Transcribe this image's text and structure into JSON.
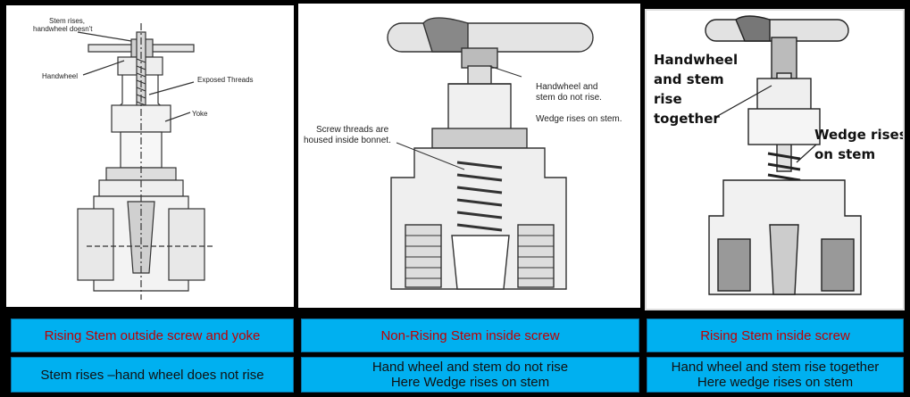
{
  "panels": [
    {
      "callouts": {
        "stem": [
          "Stem rises,",
          "handwheel doesn't"
        ],
        "handwheel": "Handwheel",
        "threads": "Exposed Threads",
        "yoke": "Yoke"
      },
      "title": "Rising Stem outside screw and yoke",
      "desc": [
        "Stem rises –hand wheel does not rise"
      ]
    },
    {
      "callouts": {
        "hw": [
          "Handwheel and",
          "stem do not rise."
        ],
        "wedge": "Wedge rises on stem.",
        "screw": [
          "Screw threads are",
          "housed inside bonnet."
        ]
      },
      "title": "Non-Rising Stem inside screw",
      "desc": [
        "Hand wheel and stem do not rise",
        "Here Wedge rises on stem"
      ]
    },
    {
      "callouts": {
        "hw": [
          "Handwheel",
          "and stem",
          "rise",
          "together"
        ],
        "wedge": [
          "Wedge rises",
          "on stem"
        ]
      },
      "title": "Rising Stem inside screw",
      "desc": [
        "Hand wheel and stem rise together",
        "Here wedge rises on stem"
      ]
    }
  ],
  "colors": {
    "caption_bg": "#00b0f0",
    "title_text": "#c00000"
  }
}
